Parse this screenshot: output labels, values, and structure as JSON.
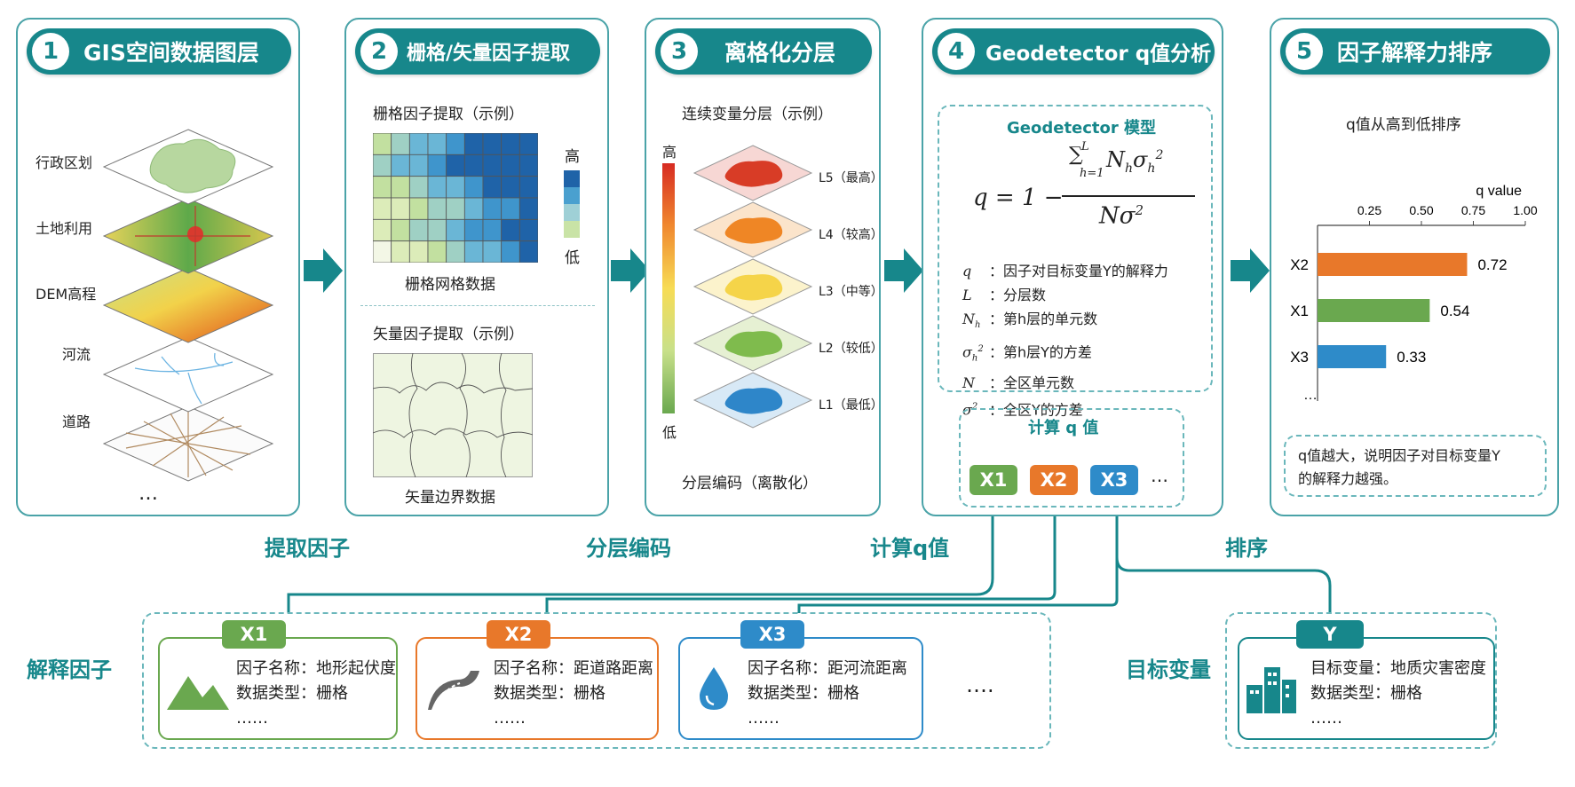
{
  "colors": {
    "teal": "#17878b",
    "green": "#6aa84f",
    "orange": "#e8782a",
    "blue": "#2e8bc9"
  },
  "panels": [
    {
      "num": "1",
      "title": "GIS空间数据图层"
    },
    {
      "num": "2",
      "title": "栅格/矢量因子提取"
    },
    {
      "num": "3",
      "title": "离格化分层"
    },
    {
      "num": "4",
      "title": "Geodetector q值分析"
    },
    {
      "num": "5",
      "title": "因子解释力排序"
    }
  ],
  "p1": {
    "layers": [
      "行政区划",
      "土地利用",
      "DEM高程",
      "河流",
      "道路"
    ],
    "more": "…"
  },
  "p2": {
    "raster_title": "栅格因子提取（示例）",
    "raster_caption": "栅格网格数据",
    "legend_high": "高",
    "legend_low": "低",
    "vector_title": "矢量因子提取（示例）",
    "vector_caption": "矢量边界数据"
  },
  "p3": {
    "title": "连续变量分层（示例）",
    "high": "高",
    "low": "低",
    "layers": [
      "L5（最高）",
      "L4（较高）",
      "L3（中等）",
      "L2（较低）",
      "L1（最低）"
    ],
    "caption": "分层编码（离散化）"
  },
  "p4": {
    "model_title": "Geodetector 模型",
    "defs": [
      "因子对目标变量Y的解释力",
      "分层数",
      "第h层的单元数",
      "第h层Y的方差",
      "全区单元数",
      "全区Y的方差"
    ],
    "calc_title": "计算 q 值",
    "buttons": [
      "X1",
      "X2",
      "X3"
    ],
    "more": "…"
  },
  "p5": {
    "subtitle": "q值从高到低排序",
    "axis_label": "q value",
    "ticks": [
      "0.25",
      "0.50",
      "0.75",
      "1.00"
    ],
    "note_line1": "q值越大，说明因子对目标变量Y",
    "note_line2": "的解释力越强。",
    "more": "…"
  },
  "chart_data": {
    "type": "bar",
    "orientation": "horizontal",
    "title": "q值从高到低排序",
    "xlabel": "q value",
    "xlim": [
      0,
      1
    ],
    "categories": [
      "X2",
      "X1",
      "X3"
    ],
    "values": [
      0.72,
      0.54,
      0.33
    ],
    "colors": [
      "#e8782a",
      "#6aa84f",
      "#2e8bc9"
    ]
  },
  "flow": {
    "extract": "提取因子",
    "encode": "分层编码",
    "calc": "计算q值",
    "rank": "排序",
    "factors_label": "解释因子",
    "target_label": "目标变量"
  },
  "factors": [
    {
      "tag": "X1",
      "name": "因子名称：地形起伏度",
      "type": "数据类型：栅格",
      "more": "……",
      "icon": "mountain-icon"
    },
    {
      "tag": "X2",
      "name": "因子名称：距道路距离",
      "type": "数据类型：栅格",
      "more": "……",
      "icon": "road-icon"
    },
    {
      "tag": "X3",
      "name": "因子名称：距河流距离",
      "type": "数据类型：栅格",
      "more": "……",
      "icon": "water-drop-icon"
    }
  ],
  "factors_more": "….",
  "target": {
    "tag": "Y",
    "name": "目标变量：地质灾害密度",
    "type": "数据类型：栅格",
    "more": "……",
    "icon": "buildings-icon"
  }
}
